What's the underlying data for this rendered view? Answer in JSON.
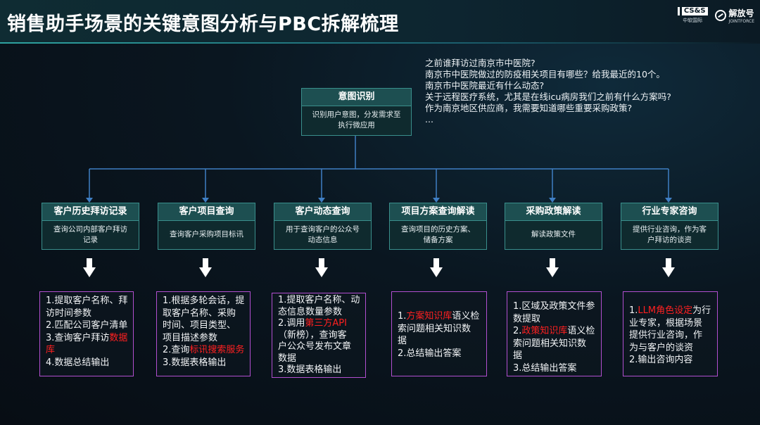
{
  "title": "销售助手场景的关键意图分析与PBC拆解梳理",
  "logos": {
    "left": {
      "mark": "CS&S",
      "sub": "中软国际"
    },
    "right": {
      "name": "解放号",
      "sub": "JOINTFORCE"
    }
  },
  "intent": {
    "title": "意图识别",
    "body_lines": [
      "识别用户意图，分发需求至",
      "执行微应用"
    ]
  },
  "examples": [
    "之前谁拜访过南京市中医院?",
    "南京市中医院做过的防疫相关项目有哪些？给我最近的10个。",
    "南京市中医院最近有什么动态?",
    "关于远程医疗系统，尤其是在线icu病房我们之前有什么方案吗?",
    "作为南京地区供应商，我需要知道哪些重要采购政策?",
    "..."
  ],
  "cards": [
    {
      "title": "客户历史拜访记录",
      "body_lines": [
        "查询公司内部客户拜访",
        "记录"
      ]
    },
    {
      "title": "客户项目查询",
      "body_lines": [
        "查询客户采购项目标讯"
      ]
    },
    {
      "title": "客户动态查询",
      "body_lines": [
        "用于查询客户的公众号",
        "动态信息"
      ]
    },
    {
      "title": "项目方案查询解读",
      "body_lines": [
        "查询项目的历史方案、",
        "储备方案"
      ]
    },
    {
      "title": "采购政策解读",
      "body_lines": [
        "解读政策文件"
      ]
    },
    {
      "title": "行业专家咨询",
      "body_lines": [
        "提供行业咨询，作为客",
        "户拜访的谈资"
      ]
    }
  ],
  "steps": [
    {
      "lines": [
        [
          {
            "t": "1.提取客户名称、拜"
          }
        ],
        [
          {
            "t": "访时间参数"
          }
        ],
        [
          {
            "t": "2.匹配公司客户清单"
          }
        ],
        [
          {
            "t": "3.查询客户拜访"
          },
          {
            "t": "数据",
            "hl": true
          }
        ],
        [
          {
            "t": "库",
            "hl": true
          }
        ],
        [
          {
            "t": "4.数据总结输出"
          }
        ]
      ]
    },
    {
      "lines": [
        [
          {
            "t": "1.根据多轮会话，提"
          }
        ],
        [
          {
            "t": "取客户名称、采购"
          }
        ],
        [
          {
            "t": "时间、项目类型、"
          }
        ],
        [
          {
            "t": "项目描述参数"
          }
        ],
        [
          {
            "t": "2.查询"
          },
          {
            "t": "标讯搜索服务",
            "hl": true
          }
        ],
        [
          {
            "t": "3.数据表格输出"
          }
        ]
      ]
    },
    {
      "lines": [
        [
          {
            "t": "1.提取客户名称、动"
          }
        ],
        [
          {
            "t": "态信息数量参数"
          }
        ],
        [
          {
            "t": "2.调用"
          },
          {
            "t": "第三方API",
            "hl": true
          }
        ],
        [
          {
            "t": "（新榜），查询客"
          }
        ],
        [
          {
            "t": "户公众号发布文章"
          }
        ],
        [
          {
            "t": "数据"
          }
        ],
        [
          {
            "t": "3.数据表格输出"
          }
        ]
      ]
    },
    {
      "lines": [
        [
          {
            "t": "1."
          },
          {
            "t": "方案知识库",
            "hl": true
          },
          {
            "t": "语义检"
          }
        ],
        [
          {
            "t": "索问题相关知识数"
          }
        ],
        [
          {
            "t": "据"
          }
        ],
        [
          {
            "t": "2.总结输出答案"
          }
        ]
      ]
    },
    {
      "lines": [
        [
          {
            "t": "1.区域及政策文件参"
          }
        ],
        [
          {
            "t": "数提取"
          }
        ],
        [
          {
            "t": "2."
          },
          {
            "t": "政策知识库",
            "hl": true
          },
          {
            "t": "语义检"
          }
        ],
        [
          {
            "t": "索问题相关知识数"
          }
        ],
        [
          {
            "t": "据"
          }
        ],
        [
          {
            "t": "3.总结输出答案"
          }
        ]
      ]
    },
    {
      "lines": [
        [
          {
            "t": "1."
          },
          {
            "t": "LLM角色设定",
            "hl": true
          },
          {
            "t": "为行"
          }
        ],
        [
          {
            "t": "业专家，根据场景"
          }
        ],
        [
          {
            "t": "提供行业咨询，作"
          }
        ],
        [
          {
            "t": "为与客户的谈资"
          }
        ],
        [
          {
            "t": "2.输出咨询内容"
          }
        ]
      ]
    }
  ],
  "colors": {
    "connector": "#3f7fc4",
    "highlight": "#ff2020",
    "card_border": "#3a8f8c",
    "step_border": "#b24fd0"
  }
}
